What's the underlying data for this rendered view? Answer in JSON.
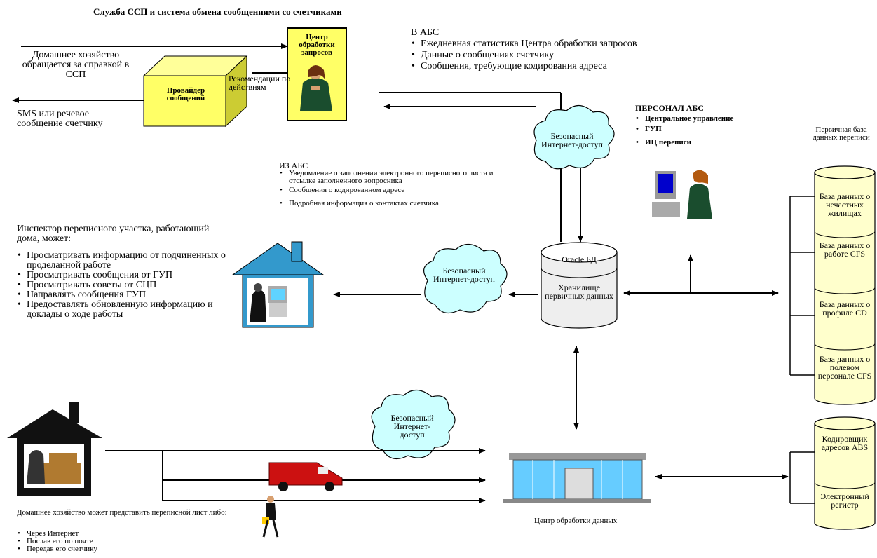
{
  "title": "Служба ССП и система обмена сообщениями со счетчиками",
  "call_center": {
    "label": "Центр обработки запросов"
  },
  "provider": {
    "label": "Провайдер сообщений"
  },
  "recommendations": "Рекомендации по действиям",
  "household_request": "Домашнее хозяйство обращается за справкой в ССП",
  "sms_message": "SMS или речевое сообщение счетчику",
  "to_abs": {
    "heading": "В АБС",
    "items": [
      "Ежедневная статистика Центра обработки запросов",
      "Данные о сообщениях счетчику",
      "Сообщения, требующие кодирования адреса"
    ]
  },
  "abs_staff": {
    "heading": "ПЕРСОНАЛ АБС",
    "items": [
      "Центральное управление",
      "ГУП",
      "ИЦ переписи"
    ]
  },
  "from_abs": {
    "heading": "ИЗ АБС",
    "items": [
      "Уведомление о заполнении электронного переписного листа и отсылке заполненного вопросника",
      "Сообщения о кодированном адресе",
      "Подробная информация о контактах счетчика"
    ]
  },
  "cloud_top": "Безопасный Интернет-доступ",
  "cloud_mid": "Безопасный Интернет-доступ",
  "cloud_bottom": "Безопасный Интернет-доступ",
  "inspector": {
    "heading": "Инспектор переписного участка, работающий дома, может:",
    "items": [
      "Просматривать информацию от подчиненных о проделанной работе",
      "Просматривать сообщения от ГУП",
      "Просматривать советы от СЦП",
      "Направлять сообщения ГУП",
      "Предоставлять обновленную информацию и доклады о ходе работы"
    ]
  },
  "oracle": {
    "label": "Oracle БД",
    "body": "Хранилище первичных данных"
  },
  "primary_db": {
    "heading": "Первичная база данных переписи",
    "items": [
      "База данных о нечастных жилищах",
      "База данных о работе CFS",
      "База данных о профиле CD",
      "База данных о полевом персонале CFS"
    ]
  },
  "coder_db": {
    "items": [
      "Кодировщик адресов ABS",
      "Электронный регистр"
    ]
  },
  "data_center": "Центр обработки данных",
  "household_submit": {
    "heading": "Домашнее хозяйство может представить переписной лист либо:",
    "items": [
      "Через Интернет",
      "Послав его по почте",
      "Передав его счетчику"
    ]
  }
}
